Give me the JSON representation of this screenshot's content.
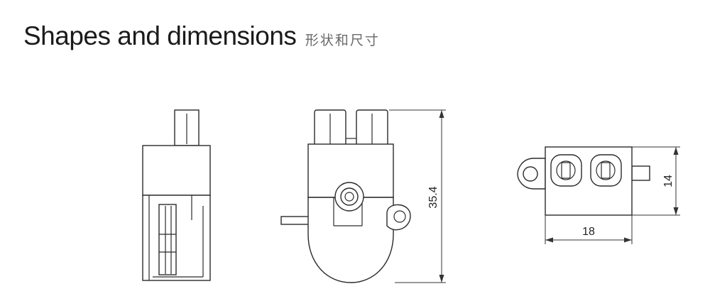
{
  "header": {
    "title": "Shapes and dimensions",
    "subtitle": "形状和尺寸"
  },
  "dimensions": {
    "height": "35.4",
    "width": "18",
    "depth": "14"
  }
}
